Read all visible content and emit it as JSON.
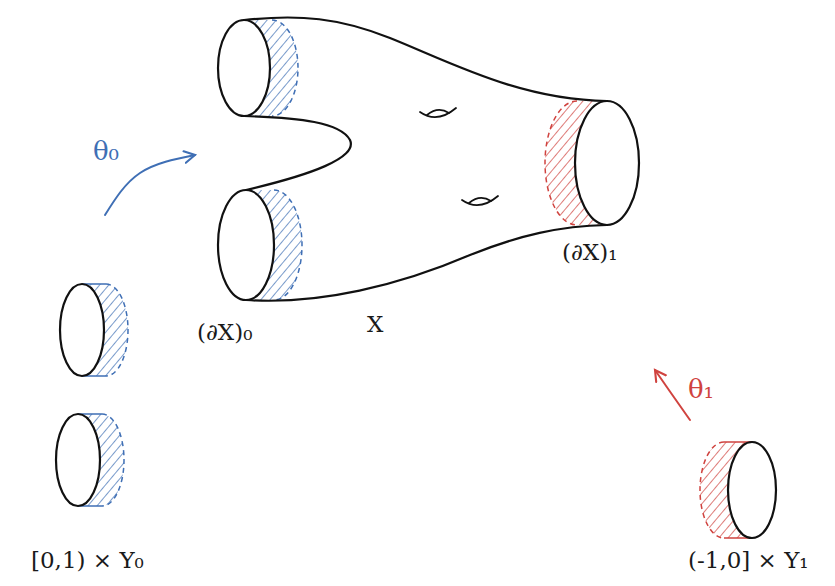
{
  "diagram": {
    "nodes": [
      {
        "text": [
          "X",
          "(∂X)₀",
          "(∂X)₁"
        ]
      },
      {
        "text": [
          "[0,1) × Y₀"
        ]
      },
      {
        "text": [
          "(-1,0] × Y₁"
        ]
      }
    ],
    "edges": [
      {
        "from": 1,
        "to": 0,
        "label": "θ₀",
        "arrow": "to"
      },
      {
        "from": 2,
        "to": 0,
        "label": "θ₁",
        "arrow": "to"
      }
    ]
  }
}
